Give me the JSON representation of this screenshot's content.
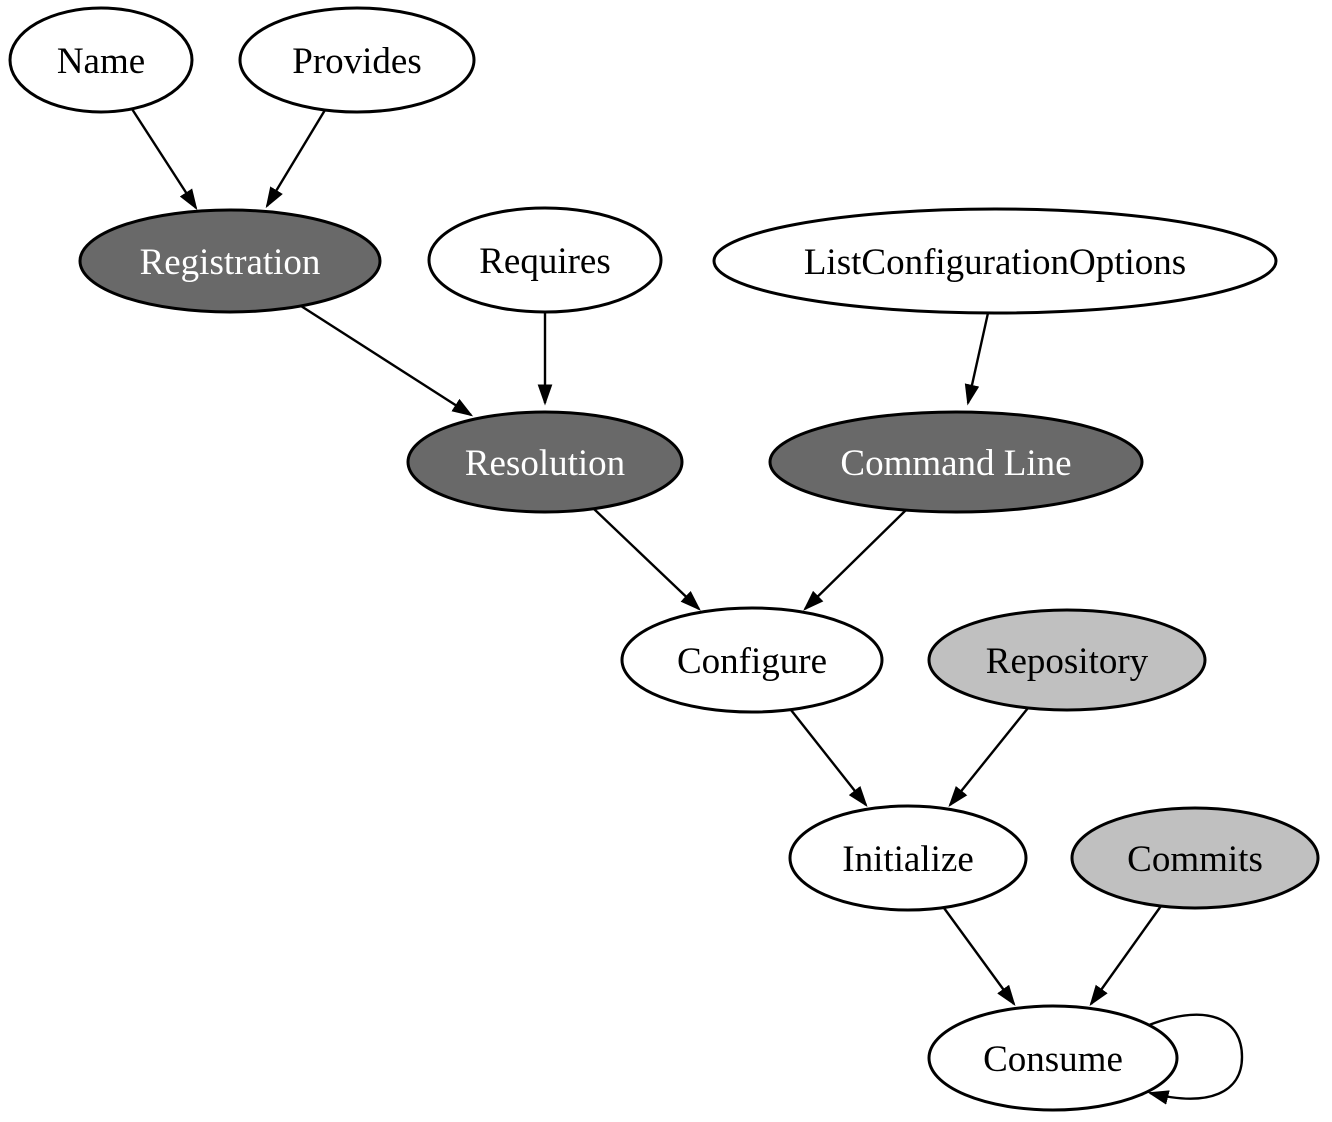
{
  "diagram": {
    "type": "directed-graph",
    "nodes": {
      "name": {
        "label": "Name",
        "fill_style": "white"
      },
      "provides": {
        "label": "Provides",
        "fill_style": "white"
      },
      "registration": {
        "label": "Registration",
        "fill_style": "dark"
      },
      "requires": {
        "label": "Requires",
        "fill_style": "white"
      },
      "list_configuration_options": {
        "label": "ListConfigurationOptions",
        "fill_style": "white"
      },
      "resolution": {
        "label": "Resolution",
        "fill_style": "dark"
      },
      "command_line": {
        "label": "Command Line",
        "fill_style": "dark"
      },
      "configure": {
        "label": "Configure",
        "fill_style": "white"
      },
      "repository": {
        "label": "Repository",
        "fill_style": "light"
      },
      "initialize": {
        "label": "Initialize",
        "fill_style": "white"
      },
      "commits": {
        "label": "Commits",
        "fill_style": "light"
      },
      "consume": {
        "label": "Consume",
        "fill_style": "white"
      }
    },
    "edges": [
      {
        "from": "Name",
        "to": "Registration"
      },
      {
        "from": "Provides",
        "to": "Registration"
      },
      {
        "from": "Registration",
        "to": "Resolution"
      },
      {
        "from": "Requires",
        "to": "Resolution"
      },
      {
        "from": "ListConfigurationOptions",
        "to": "Command Line"
      },
      {
        "from": "Resolution",
        "to": "Configure"
      },
      {
        "from": "Command Line",
        "to": "Configure"
      },
      {
        "from": "Configure",
        "to": "Initialize"
      },
      {
        "from": "Repository",
        "to": "Initialize"
      },
      {
        "from": "Initialize",
        "to": "Consume"
      },
      {
        "from": "Commits",
        "to": "Consume"
      },
      {
        "from": "Consume",
        "to": "Consume"
      }
    ],
    "colors": {
      "background": "#ffffff",
      "node_fill_white": "#ffffff",
      "node_fill_dark": "#696969",
      "node_fill_light": "#c0c0c0",
      "node_stroke": "#000000",
      "edge_stroke": "#000000",
      "label_default": "#000000",
      "label_on_dark": "#ffffff"
    }
  }
}
